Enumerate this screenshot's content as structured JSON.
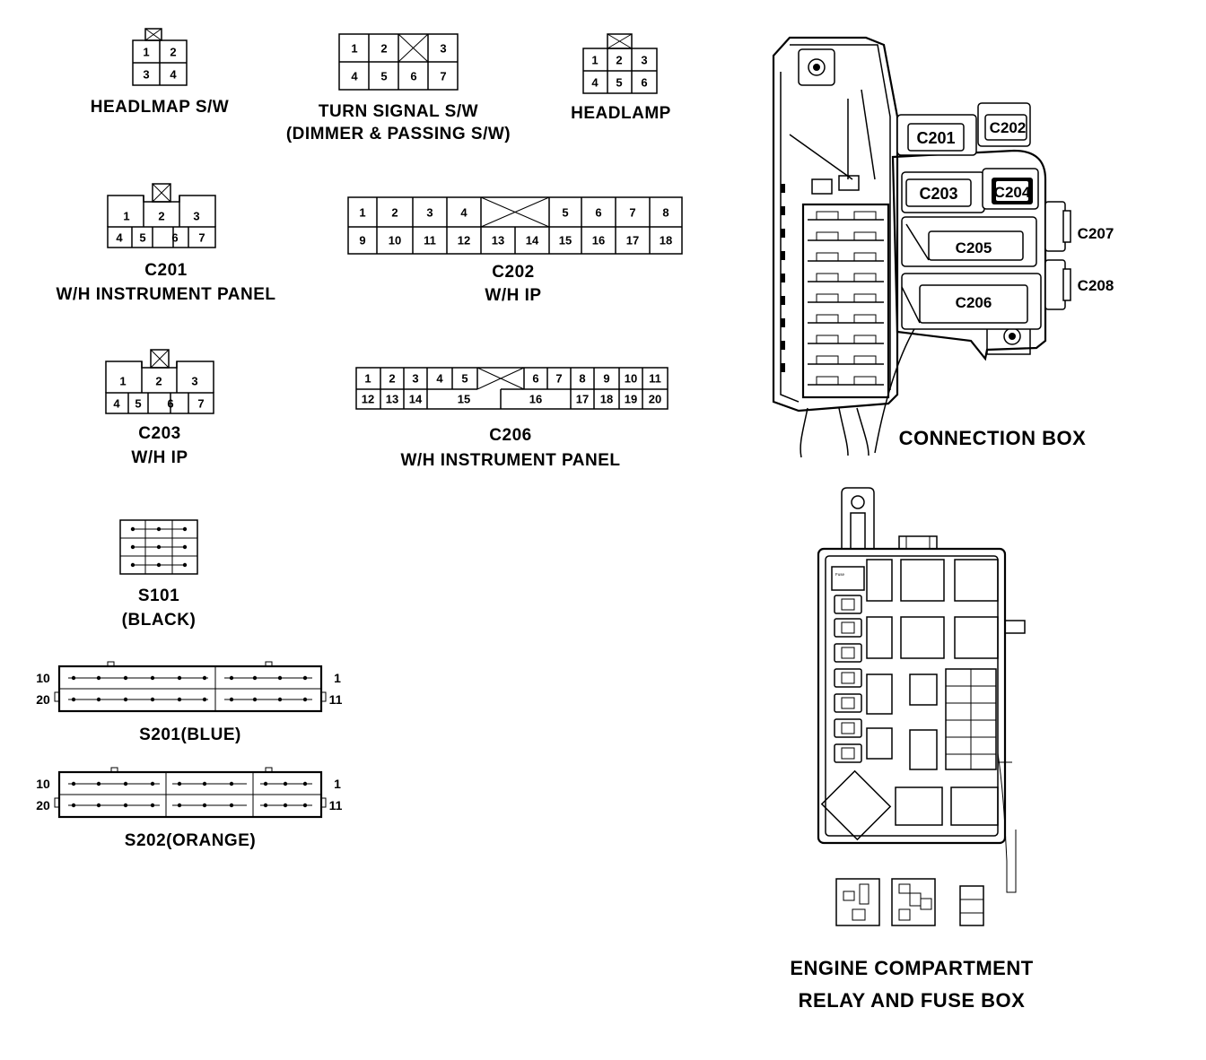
{
  "connectors": {
    "headlamp_sw": {
      "caption": "HEADLMAP S/W",
      "cells": [
        "1",
        "2",
        "3",
        "4"
      ]
    },
    "turn_signal_sw": {
      "caption1": "TURN SIGNAL S/W",
      "caption2": "(DIMMER & PASSING S/W)",
      "cells": [
        "1",
        "2",
        "3",
        "4",
        "5",
        "6",
        "7"
      ]
    },
    "headlamp": {
      "caption": "HEADLAMP",
      "cells": [
        "1",
        "2",
        "3",
        "4",
        "5",
        "6"
      ]
    },
    "c201": {
      "caption1": "C201",
      "caption2": "W/H INSTRUMENT PANEL",
      "cells": [
        "1",
        "2",
        "3",
        "4",
        "5",
        "6",
        "7"
      ]
    },
    "c202": {
      "caption1": "C202",
      "caption2": "W/H IP",
      "cells": [
        "1",
        "2",
        "3",
        "4",
        "5",
        "6",
        "7",
        "8",
        "9",
        "10",
        "11",
        "12",
        "13",
        "14",
        "15",
        "16",
        "17",
        "18"
      ]
    },
    "c203": {
      "caption1": "C203",
      "caption2": "W/H IP",
      "cells": [
        "1",
        "2",
        "3",
        "4",
        "5",
        "6",
        "7"
      ]
    },
    "c206": {
      "caption1": "C206",
      "caption2": "W/H INSTRUMENT PANEL",
      "cells": [
        "1",
        "2",
        "3",
        "4",
        "5",
        "6",
        "7",
        "8",
        "9",
        "10",
        "11",
        "12",
        "13",
        "14",
        "15",
        "16",
        "17",
        "18",
        "19",
        "20"
      ]
    },
    "s101": {
      "caption1": "S101",
      "caption2": "(BLACK)"
    },
    "s201": {
      "caption": "S201(BLUE)",
      "left_top": "10",
      "left_bottom": "20",
      "right_top": "1",
      "right_bottom": "11"
    },
    "s202": {
      "caption": "S202(ORANGE)",
      "left_top": "10",
      "left_bottom": "20",
      "right_top": "1",
      "right_bottom": "11"
    }
  },
  "connection_box": {
    "title": "CONNECTION BOX",
    "labels": {
      "c201": "C201",
      "c202": "C202",
      "c203": "C203",
      "c204": "C204",
      "c205": "C205",
      "c206": "C206",
      "c207": "C207",
      "c208": "C208"
    }
  },
  "engine_box": {
    "title1": "ENGINE COMPARTMENT",
    "title2": "RELAY AND FUSE BOX"
  }
}
